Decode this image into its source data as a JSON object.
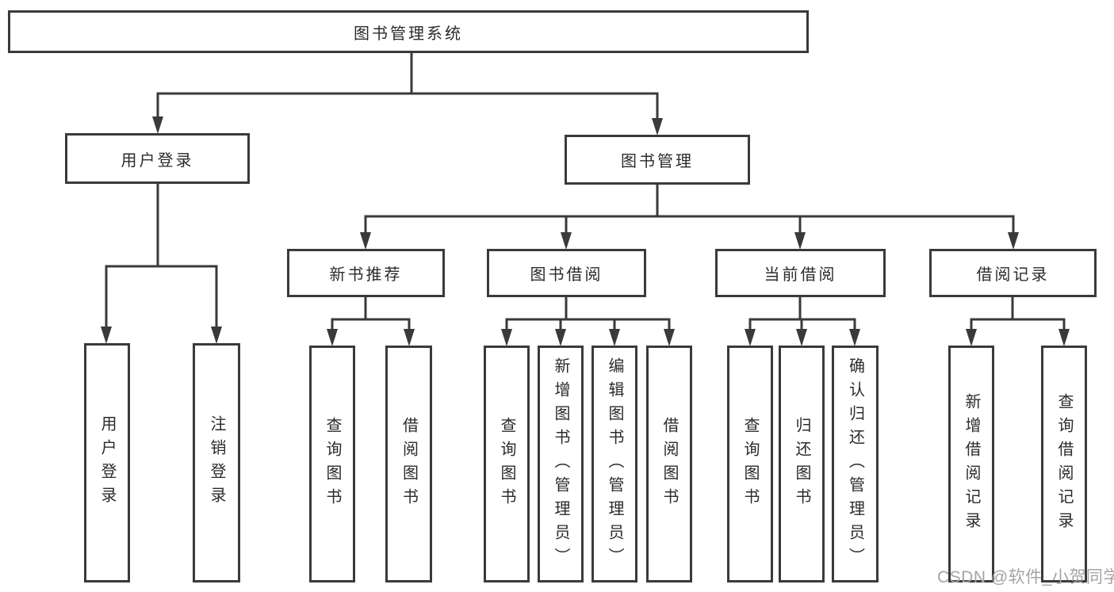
{
  "diagram": {
    "type": "functional-module-tree",
    "tree": {
      "label": "图书管理系统",
      "children": [
        {
          "label": "用户登录",
          "children": [
            {
              "label": "用户登录"
            },
            {
              "label": "注销登录"
            }
          ]
        },
        {
          "label": "图书管理",
          "children": [
            {
              "label": "新书推荐",
              "children": [
                {
                  "label": "查询图书"
                },
                {
                  "label": "借阅图书"
                }
              ]
            },
            {
              "label": "图书借阅",
              "children": [
                {
                  "label": "查询图书"
                },
                {
                  "label": "新增图书（管理员）"
                },
                {
                  "label": "编辑图书（管理员）"
                },
                {
                  "label": "借阅图书"
                }
              ]
            },
            {
              "label": "当前借阅",
              "children": [
                {
                  "label": "查询图书"
                },
                {
                  "label": "归还图书"
                },
                {
                  "label": "确认归还（管理员）"
                }
              ]
            },
            {
              "label": "借阅记录",
              "children": [
                {
                  "label": "新增借阅记录"
                },
                {
                  "label": "查询借阅记录"
                }
              ]
            }
          ]
        }
      ]
    },
    "colors": {
      "line": "#3a3a3a",
      "box_border": "#3a3a3a",
      "text": "#2b2b2b",
      "background": "#ffffff",
      "watermark": "#a9a2a2"
    }
  },
  "watermark": {
    "text": "CSDN @软件_小贺同学"
  }
}
